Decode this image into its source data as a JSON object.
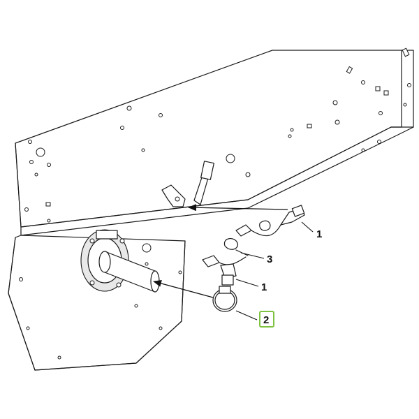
{
  "callouts": [
    {
      "id": "c1a",
      "label": "1",
      "highlighted": false
    },
    {
      "id": "c3",
      "label": "3",
      "highlighted": false
    },
    {
      "id": "c1b",
      "label": "1",
      "highlighted": false
    },
    {
      "id": "c2",
      "label": "2",
      "highlighted": true
    }
  ],
  "colors": {
    "highlight_border": "#7dc241",
    "line": "#1a1a1a",
    "panel_shade": "#e8e8e8"
  }
}
